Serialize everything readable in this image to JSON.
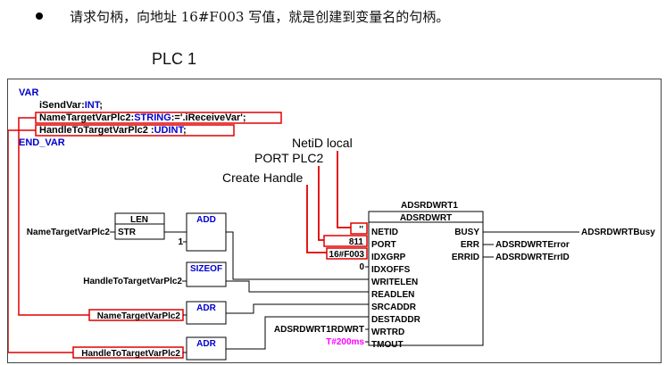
{
  "heading": {
    "text": "请求句柄，向地址 16#F003  写值，就是创建到变量名的句柄。"
  },
  "plc_title": "PLC 1",
  "declarations": {
    "var_kw": "VAR",
    "l1_name": "iSendVar:",
    "l1_type": "INT",
    "l1_end": ";",
    "l2_name": "NameTargetVarPlc2:",
    "l2_type": "STRING",
    "l2_init": ":='.iReceiveVar';",
    "l3_name": "HandleToTargetVarPlc2 :",
    "l3_type": "UDINT",
    "l3_end": ";",
    "end_kw": "END_VAR"
  },
  "annotations": {
    "netid": "NetiD local",
    "port": "PORT PLC2",
    "create": "Create Handle"
  },
  "blocks": {
    "len": {
      "title": "LEN",
      "in": "STR",
      "input_var": "NameTargetVarPlc2"
    },
    "add": {
      "title": "ADD",
      "const": "1"
    },
    "sizeof": {
      "title": "SIZEOF",
      "input_var": "HandleToTargetVarPlc2"
    },
    "adr1": {
      "title": "ADR",
      "input_var": "NameTargetVarPlc2"
    },
    "adr2": {
      "title": "ADR",
      "input_var": "HandleToTargetVarPlc2"
    }
  },
  "fb": {
    "instance": "ADSRDWRT1",
    "type": "ADSRDWRT",
    "inputs": [
      "NETID",
      "PORT",
      "IDXGRP",
      "IDXOFFS",
      "WRITELEN",
      "READLEN",
      "SRCADDR",
      "DESTADDR",
      "WRTRD",
      "TMOUT"
    ],
    "outputs": [
      "BUSY",
      "ERR",
      "ERRID"
    ],
    "netid_val": "''",
    "port_val": "811",
    "idxgrp_val": "16#F003",
    "idxoffs_val": "0",
    "wrtrd_var": "ADSRDWRT1RDWRT",
    "tmout_val": "T#200ms",
    "out_busy": "ADSRDWRTBusy",
    "out_err": "ADSRDWRTError",
    "out_errid": "ADSRDWRTErrID"
  },
  "colors": {
    "keyword": "#0000cc",
    "highlight": "#e00000",
    "time_literal": "#ff00ff"
  }
}
